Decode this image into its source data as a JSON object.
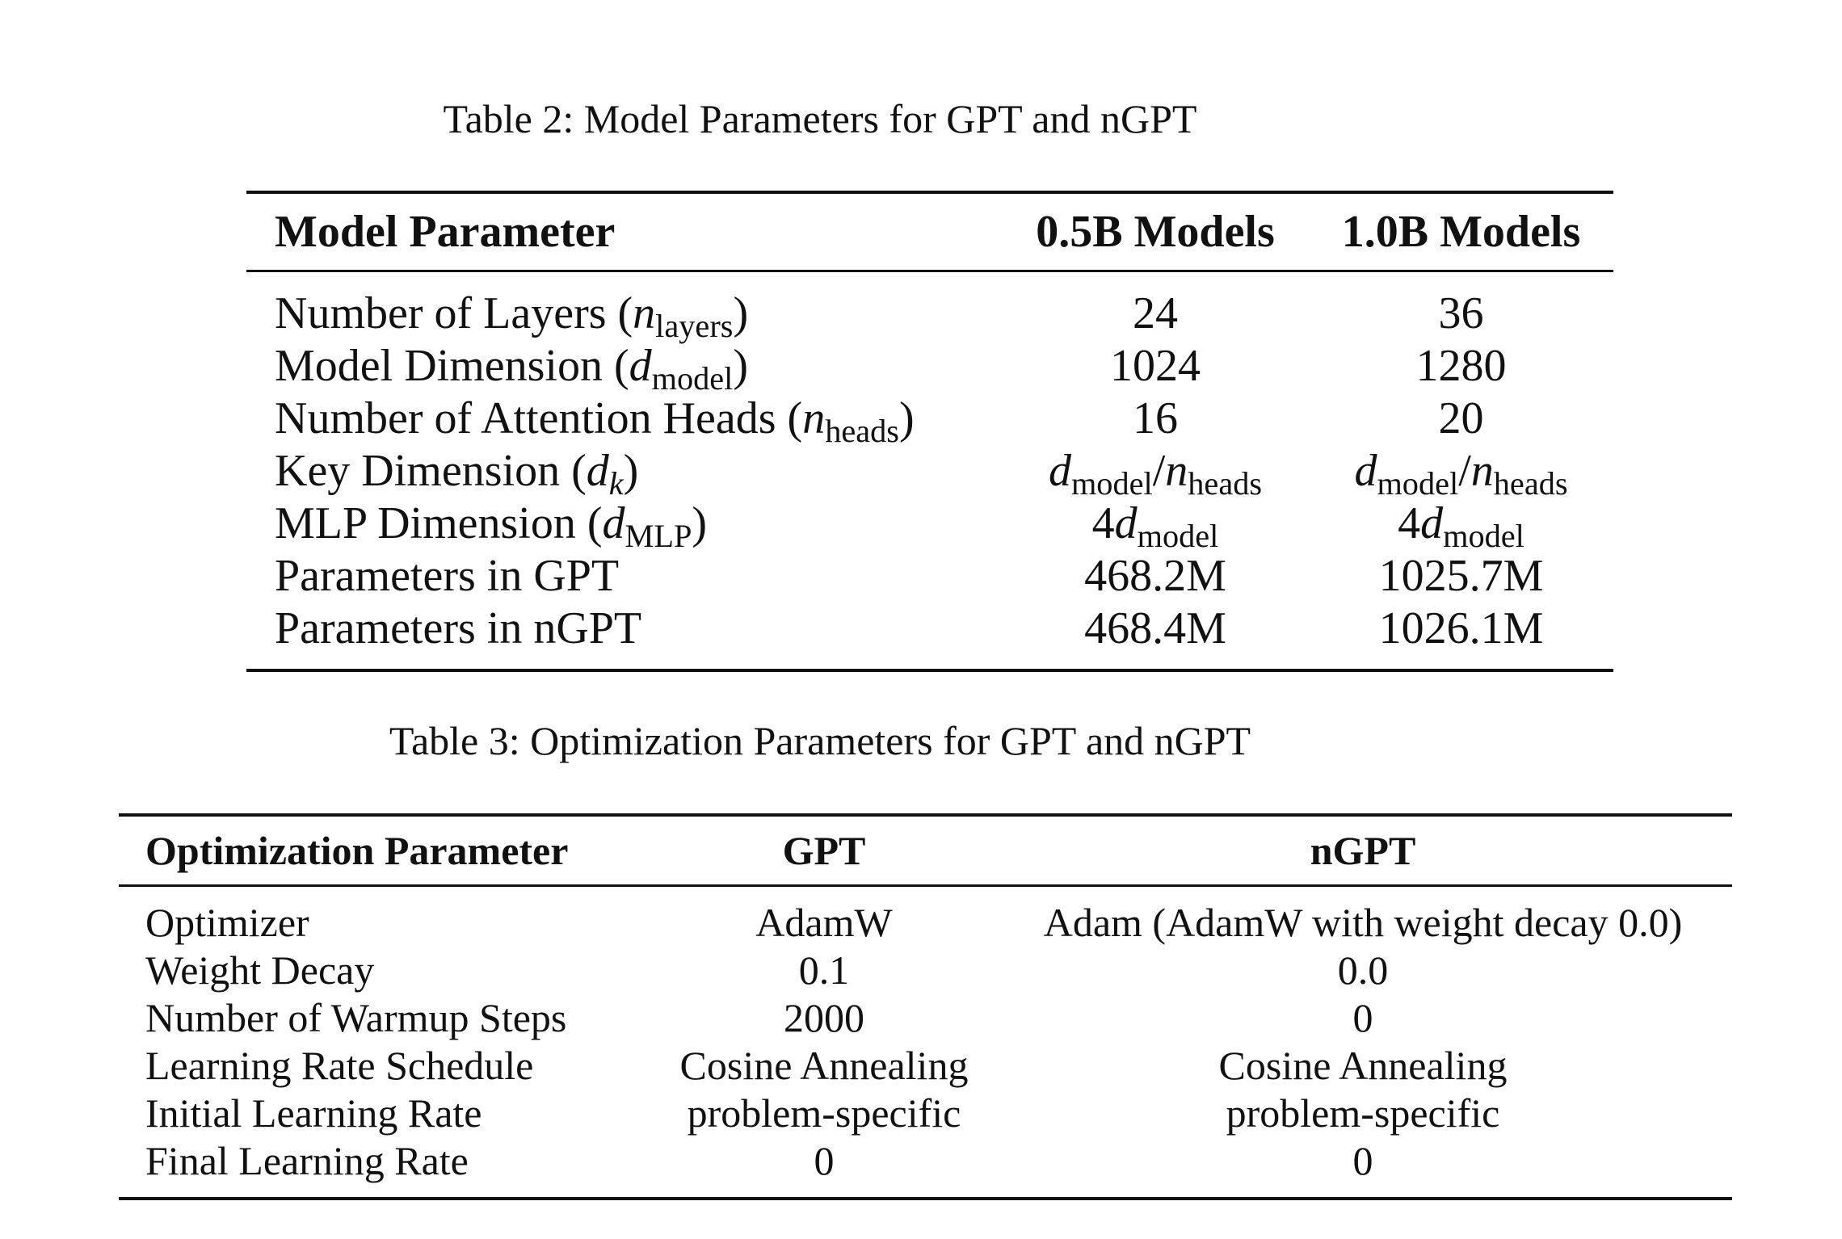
{
  "table2": {
    "caption": "Table 2: Model Parameters for GPT and nGPT",
    "headers": [
      "Model Parameter",
      "0.5B Models",
      "1.0B Models"
    ],
    "rows": [
      {
        "label_text": "Number of Layers (",
        "label_sym": "n",
        "label_sub": "layers",
        "label_close": ")",
        "v1": "24",
        "v2": "36"
      },
      {
        "label_text": "Model Dimension (",
        "label_sym": "d",
        "label_sub": "model",
        "label_close": ")",
        "v1": "1024",
        "v2": "1280"
      },
      {
        "label_text": "Number of Attention Heads (",
        "label_sym": "n",
        "label_sub": "heads",
        "label_close": ")",
        "v1": "16",
        "v2": "20"
      },
      {
        "label_text": "Key Dimension (",
        "label_sym": "d",
        "label_sub": "k",
        "label_close": ")",
        "v1_sym_a": "d",
        "v1_sub_a": "model",
        "v1_slash": "/",
        "v1_sym_b": "n",
        "v1_sub_b": "heads",
        "v2_sym_a": "d",
        "v2_sub_a": "model",
        "v2_slash": "/",
        "v2_sym_b": "n",
        "v2_sub_b": "heads"
      },
      {
        "label_text": "MLP Dimension (",
        "label_sym": "d",
        "label_sub": "MLP",
        "label_close": ")",
        "v1_coef": "4",
        "v1_sym": "d",
        "v1_sub": "model",
        "v2_coef": "4",
        "v2_sym": "d",
        "v2_sub": "model"
      },
      {
        "label": "Parameters in GPT",
        "v1": "468.2M",
        "v2": "1025.7M"
      },
      {
        "label": "Parameters in nGPT",
        "v1": "468.4M",
        "v2": "1026.1M"
      }
    ]
  },
  "table3": {
    "caption": "Table 3: Optimization Parameters for GPT and nGPT",
    "headers": [
      "Optimization Parameter",
      "GPT",
      "nGPT"
    ],
    "rows": [
      {
        "label": "Optimizer",
        "gpt": "AdamW",
        "ngpt": "Adam (AdamW with weight decay 0.0)"
      },
      {
        "label": "Weight Decay",
        "gpt": "0.1",
        "ngpt": "0.0"
      },
      {
        "label": "Number of Warmup Steps",
        "gpt": "2000",
        "ngpt": "0"
      },
      {
        "label": "Learning Rate Schedule",
        "gpt": "Cosine Annealing",
        "ngpt": "Cosine Annealing"
      },
      {
        "label": "Initial Learning Rate",
        "gpt": "problem-specific",
        "ngpt": "problem-specific"
      },
      {
        "label": "Final Learning Rate",
        "gpt": "0",
        "ngpt": "0"
      }
    ]
  }
}
